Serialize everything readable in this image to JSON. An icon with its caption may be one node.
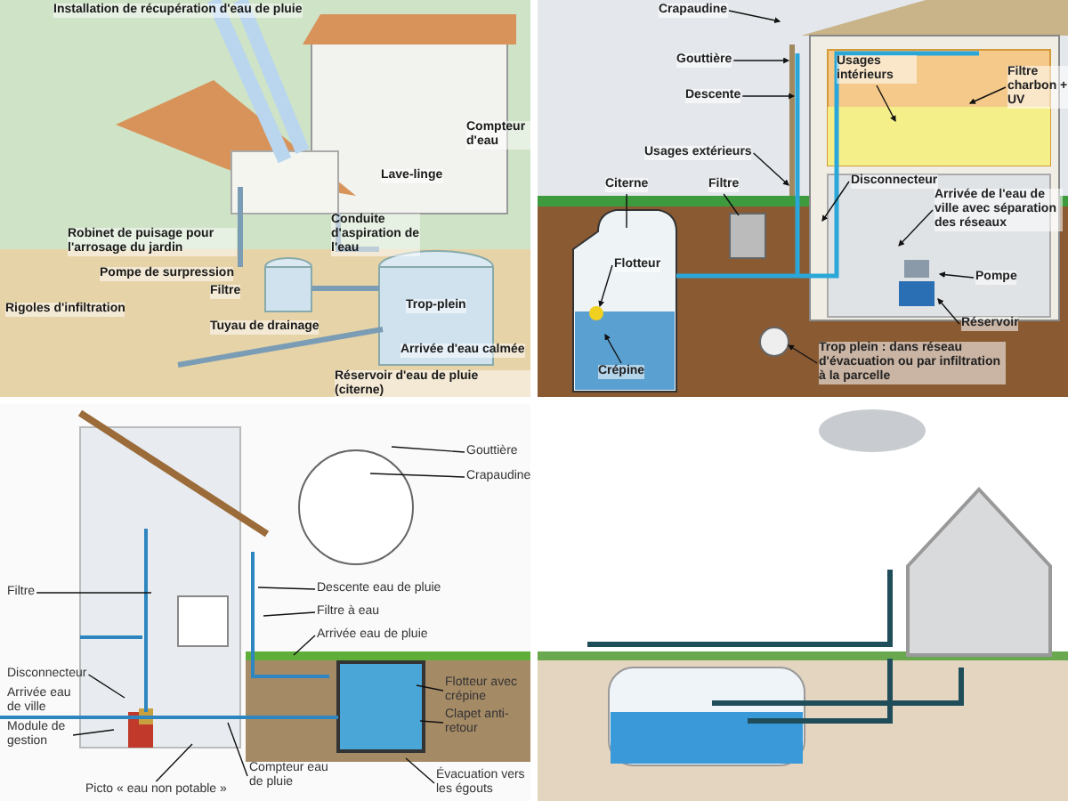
{
  "diagram": {
    "nodes": [
      {
        "text": [
          "Crapaudine"
        ]
      },
      {
        "text": [
          "Gouttière"
        ]
      },
      {
        "text": [
          "Descente"
        ]
      },
      {
        "text": [
          "Usages intérieurs"
        ]
      },
      {
        "text": [
          "Filtre charbon + UV"
        ]
      },
      {
        "text": [
          "Usages extérieurs"
        ]
      },
      {
        "text": [
          "Citerne"
        ]
      },
      {
        "text": [
          "Filtre"
        ]
      },
      {
        "text": [
          "Disconnecteur"
        ]
      },
      {
        "text": [
          "Arrivée de l'eau de ville avec séparation des réseaux"
        ]
      },
      {
        "text": [
          "Pompe"
        ]
      },
      {
        "text": [
          "Réservoir"
        ]
      },
      {
        "text": [
          "Flotteur"
        ]
      },
      {
        "text": [
          "Crépine"
        ]
      },
      {
        "text": [
          "Trop plein : dans réseau d'évacuation ou par infiltration à la parcelle"
        ]
      },
      {
        "text": [
          "Gouttière"
        ]
      },
      {
        "text": [
          "Crapaudine"
        ]
      },
      {
        "text": [
          "Filtre"
        ]
      },
      {
        "text": [
          "Descente eau de pluie"
        ]
      },
      {
        "text": [
          "Filtre à eau"
        ]
      },
      {
        "text": [
          "Arrivée eau de pluie"
        ]
      },
      {
        "text": [
          "Disconnecteur"
        ]
      },
      {
        "text": [
          "Module de gestion"
        ]
      },
      {
        "text": [
          "Flotteur avec crépine"
        ]
      },
      {
        "text": [
          "Clapet anti-retour"
        ]
      },
      {
        "text": [
          "Picto « eau non potable »"
        ]
      },
      {
        "text": [
          "Compteur eau de pluie"
        ]
      },
      {
        "text": [
          "Évacuation vers les égouts"
        ]
      }
    ],
    "edges": [
      {
        "from": 0,
        "to": null,
        "arrow": "to"
      },
      {
        "from": 1,
        "to": null,
        "arrow": "to"
      },
      {
        "from": 2,
        "to": null,
        "arrow": "to"
      },
      {
        "from": 3,
        "to": null,
        "arrow": "to"
      },
      {
        "from": 4,
        "to": null,
        "arrow": "to"
      },
      {
        "from": 5,
        "to": null,
        "arrow": "to"
      },
      {
        "from": 6,
        "to": null,
        "arrow": "none"
      },
      {
        "from": 7,
        "to": null,
        "arrow": "none"
      },
      {
        "from": 8,
        "to": null,
        "arrow": "to"
      },
      {
        "from": 9,
        "to": null,
        "arrow": "to"
      },
      {
        "from": 10,
        "to": null,
        "arrow": "to"
      },
      {
        "from": 11,
        "to": null,
        "arrow": "to"
      },
      {
        "from": 12,
        "to": null,
        "arrow": "to"
      },
      {
        "from": 13,
        "to": null,
        "arrow": "to"
      },
      {
        "from": 14,
        "to": null,
        "arrow": "to"
      },
      {
        "from": 15,
        "to": null,
        "arrow": "none"
      },
      {
        "from": 16,
        "to": null,
        "arrow": "none"
      },
      {
        "from": 17,
        "to": null,
        "arrow": "none"
      },
      {
        "from": 18,
        "to": null,
        "arrow": "none"
      },
      {
        "from": 19,
        "to": null,
        "arrow": "none"
      },
      {
        "from": 20,
        "to": null,
        "arrow": "none"
      },
      {
        "from": 21,
        "to": null,
        "arrow": "none"
      },
      {
        "from": 22,
        "to": null,
        "arrow": "none"
      },
      {
        "from": 23,
        "to": null,
        "arrow": "none"
      },
      {
        "from": 24,
        "to": null,
        "arrow": "none"
      },
      {
        "from": 25,
        "to": null,
        "arrow": "none"
      },
      {
        "from": 26,
        "to": null,
        "arrow": "none"
      },
      {
        "from": 27,
        "to": null,
        "arrow": "none"
      }
    ],
    "labels": [
      "Installation de récupération d'eau de pluie",
      "Compteur d'eau",
      "Lave-linge",
      "Conduite d'aspiration de l'eau",
      "Robinet de puisage pour l'arrosage du jardin",
      "Pompe de surpression",
      "Filtre",
      "Rigoles d'infiltration",
      "Trop-plein",
      "Tuyau de drainage",
      "Arrivée d'eau calmée",
      "Réservoir d'eau de pluie (citerne)",
      "Arrivée eau de ville"
    ]
  }
}
